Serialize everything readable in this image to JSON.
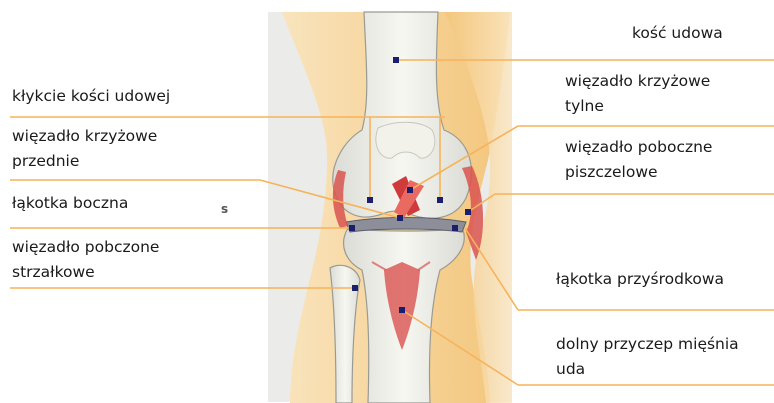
{
  "labels": {
    "femur": "kość udowa",
    "femoral_condyles": "kłykcie kości udowej",
    "posterior_cruciate_1": "więzadło krzyżowe",
    "posterior_cruciate_2": "tylne",
    "anterior_cruciate_1": "więzadło krzyżowe",
    "anterior_cruciate_2": "przednie",
    "tibial_collateral_1": "więzadło poboczne",
    "tibial_collateral_2": "piszczelowe",
    "lateral_meniscus": "łąkotka boczna",
    "fibular_collateral_1": "więzadło pobczone",
    "fibular_collateral_2": "strzałkowe",
    "medial_meniscus": "łąkotka przyśrodkowa",
    "thigh_muscle_1": "dolny przyczep mięśnia",
    "thigh_muscle_2": "uda"
  },
  "marks": {
    "side": "s"
  },
  "colors": {
    "leader": "#f6b35a",
    "marker": "#1b1e6e",
    "skin": "#f7d8a0",
    "bone": "#f2f1ea",
    "ligament": "#d9534f",
    "panel": "#ebebe9"
  }
}
